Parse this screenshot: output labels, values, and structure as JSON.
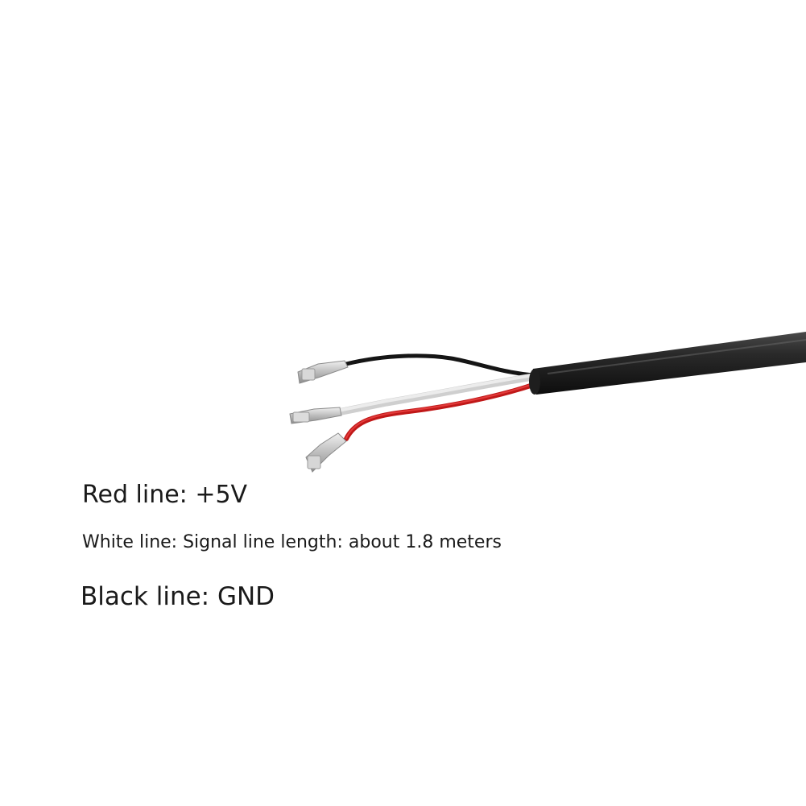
{
  "captions": {
    "red_line": "Red line: +5V",
    "white_line": "White line: Signal line length: about 1.8 meters",
    "black_line": "Black line: GND"
  },
  "colors": {
    "background": "#ffffff",
    "jacket": "#262626",
    "black_wire": "#151515",
    "white_wire": "#d9d9d9",
    "red_wire": "#d21f1f",
    "terminal_metal": "#c4c4c4",
    "text": "#1a1a1a"
  }
}
